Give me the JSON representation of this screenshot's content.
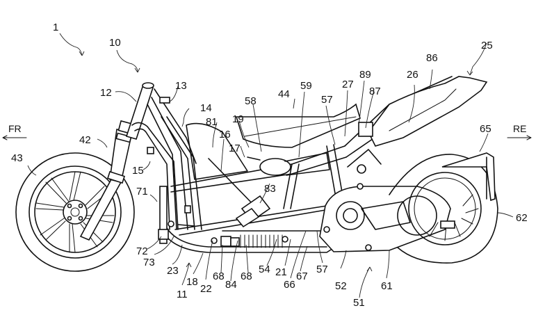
{
  "figure": {
    "type": "patent-drawing",
    "subject": "motorcycle side view",
    "directions": {
      "front": "FR",
      "rear": "RE"
    },
    "reference_numerals": [
      {
        "id": "1"
      },
      {
        "id": "10"
      },
      {
        "id": "12"
      },
      {
        "id": "13"
      },
      {
        "id": "14"
      },
      {
        "id": "15"
      },
      {
        "id": "16"
      },
      {
        "id": "17"
      },
      {
        "id": "18"
      },
      {
        "id": "19"
      },
      {
        "id": "21"
      },
      {
        "id": "22"
      },
      {
        "id": "23"
      },
      {
        "id": "25"
      },
      {
        "id": "26"
      },
      {
        "id": "27"
      },
      {
        "id": "42"
      },
      {
        "id": "43"
      },
      {
        "id": "44"
      },
      {
        "id": "51"
      },
      {
        "id": "52"
      },
      {
        "id": "54"
      },
      {
        "id": "57a",
        "text": "57"
      },
      {
        "id": "57b",
        "text": "57"
      },
      {
        "id": "58"
      },
      {
        "id": "59"
      },
      {
        "id": "61"
      },
      {
        "id": "62"
      },
      {
        "id": "65"
      },
      {
        "id": "66"
      },
      {
        "id": "67"
      },
      {
        "id": "68a",
        "text": "68"
      },
      {
        "id": "68b",
        "text": "68"
      },
      {
        "id": "71"
      },
      {
        "id": "72"
      },
      {
        "id": "73"
      },
      {
        "id": "81"
      },
      {
        "id": "83"
      },
      {
        "id": "84"
      },
      {
        "id": "86"
      },
      {
        "id": "87"
      },
      {
        "id": "89"
      },
      {
        "id": "11"
      }
    ]
  },
  "labels": {
    "n1": "1",
    "n10": "10",
    "n11": "11",
    "n12": "12",
    "n13": "13",
    "n14": "14",
    "n15": "15",
    "n16": "16",
    "n17": "17",
    "n18": "18",
    "n19": "19",
    "n21": "21",
    "n22": "22",
    "n23": "23",
    "n25": "25",
    "n26": "26",
    "n27": "27",
    "n42": "42",
    "n43": "43",
    "n44": "44",
    "n51": "51",
    "n52": "52",
    "n54": "54",
    "n57a": "57",
    "n57b": "57",
    "n58": "58",
    "n59": "59",
    "n61": "61",
    "n62": "62",
    "n65": "65",
    "n66": "66",
    "n67": "67",
    "n68a": "68",
    "n68b": "68",
    "n71": "71",
    "n72": "72",
    "n73": "73",
    "n81": "81",
    "n83": "83",
    "n84": "84",
    "n86": "86",
    "n87": "87",
    "n89": "89",
    "fr": "FR",
    "re": "RE"
  }
}
